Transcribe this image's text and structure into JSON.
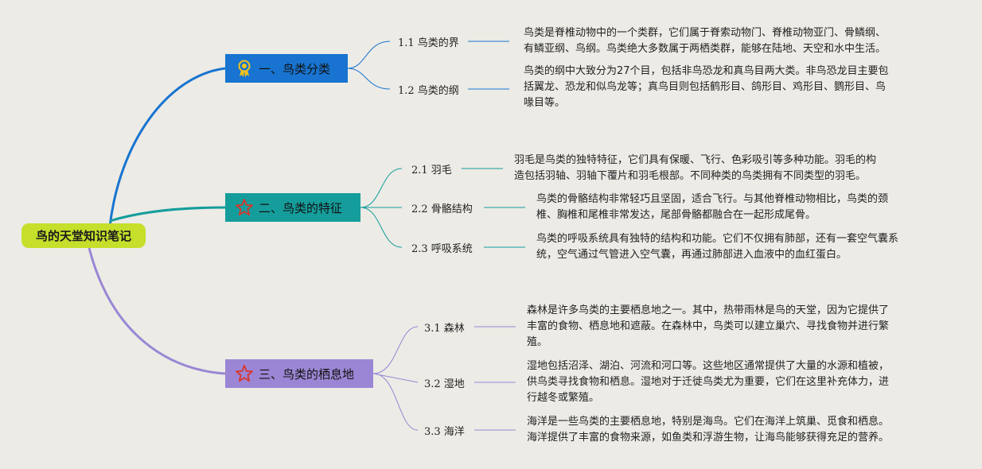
{
  "title": "鸟的天堂知识笔记",
  "colors": {
    "background": "#ecebe6",
    "root": "#c6df2b",
    "branch1": "#1874d0",
    "branch2": "#159d9b",
    "branch3": "#9a86d4"
  },
  "branches": [
    {
      "label": "一、鸟类分类",
      "icon": "award-medal-icon",
      "leaves": [
        {
          "label": "1.1 鸟类的界",
          "text": [
            "鸟类是脊椎动物中的一个类群，它们属于脊索动物门、脊椎动物亚门、骨鳞纲、",
            "有鳞亚纲、鸟纲。鸟类绝大多数属于两栖类群，能够在陆地、天空和水中生活。"
          ]
        },
        {
          "label": "1.2 鸟类的纲",
          "text": [
            "鸟类的纲中大致分为27个目，包括非鸟恐龙和真鸟目两大类。非鸟恐龙目主要包",
            "括翼龙、恐龙和似鸟龙等；真鸟目则包括鹤形目、鸽形目、鸡形目、鹦形目、鸟",
            "喙目等。"
          ]
        }
      ]
    },
    {
      "label": "二、鸟类的特征",
      "icon": "star-icon",
      "leaves": [
        {
          "label": "2.1 羽毛",
          "text": [
            "羽毛是鸟类的独特特征，它们具有保暖、飞行、色彩吸引等多种功能。羽毛的构",
            "造包括羽轴、羽轴下覆片和羽毛根部。不同种类的鸟类拥有不同类型的羽毛。"
          ]
        },
        {
          "label": "2.2 骨骼结构",
          "text": [
            "鸟类的骨骼结构非常轻巧且坚固，适合飞行。与其他脊椎动物相比，鸟类的颈",
            "椎、胸椎和尾椎非常发达，尾部骨骼都融合在一起形成尾骨。"
          ]
        },
        {
          "label": "2.3 呼吸系统",
          "text": [
            "鸟类的呼吸系统具有独特的结构和功能。它们不仅拥有肺部，还有一套空气囊系",
            "统，空气通过气管进入空气囊，再通过肺部进入血液中的血红蛋白。"
          ]
        }
      ]
    },
    {
      "label": "三、鸟类的栖息地",
      "icon": "star-icon",
      "leaves": [
        {
          "label": "3.1 森林",
          "text": [
            "森林是许多鸟类的主要栖息地之一。其中，热带雨林是鸟的天堂，因为它提供了",
            "丰富的食物、栖息地和遮蔽。在森林中，鸟类可以建立巢穴、寻找食物并进行繁",
            "殖。"
          ]
        },
        {
          "label": "3.2 湿地",
          "text": [
            "湿地包括沼泽、湖泊、河流和河口等。这些地区通常提供了大量的水源和植被，",
            "供鸟类寻找食物和栖息。湿地对于迁徙鸟类尤为重要，它们在这里补充体力，进",
            "行越冬或繁殖。"
          ]
        },
        {
          "label": "3.3 海洋",
          "text": [
            "海洋是一些鸟类的主要栖息地，特别是海鸟。它们在海洋上筑巢、觅食和栖息。",
            "海洋提供了丰富的食物来源，如鱼类和浮游生物，让海鸟能够获得充足的营养。"
          ]
        }
      ]
    }
  ]
}
